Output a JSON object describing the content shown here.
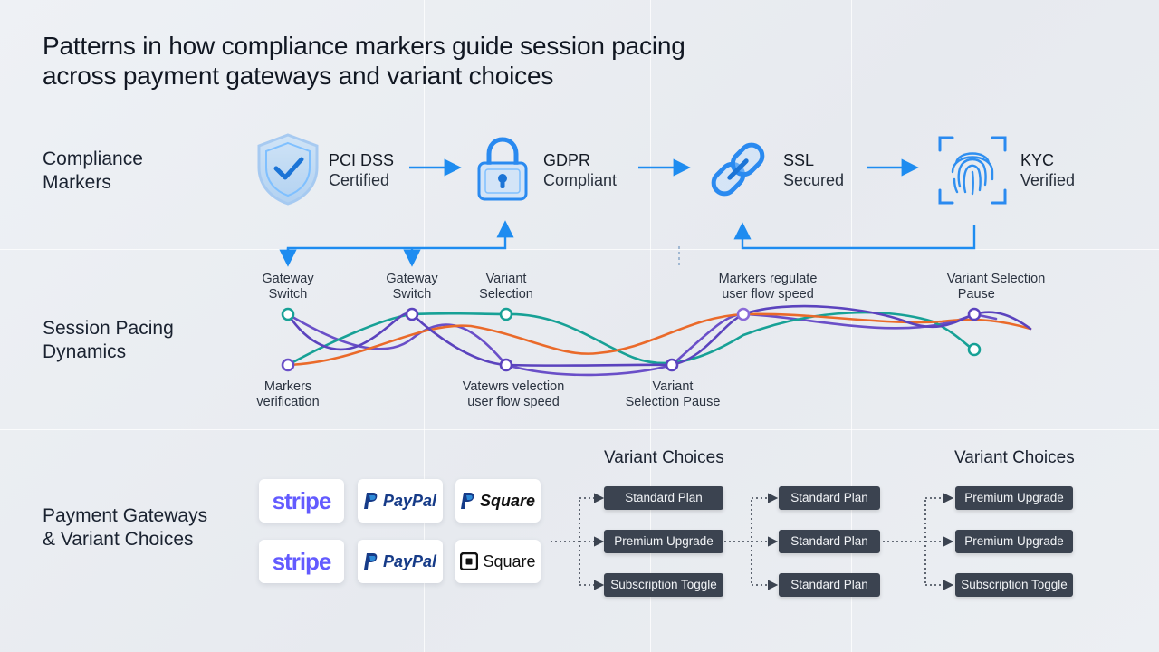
{
  "title": {
    "line1": "Patterns in how compliance markers guide session pacing",
    "line2": "across payment gateways and variant choices"
  },
  "rows": {
    "compliance": {
      "line1": "Compliance",
      "line2": "Markers"
    },
    "pacing": {
      "line1": "Session Pacing",
      "line2": "Dynamics"
    },
    "gateways": {
      "line1": "Payment Gateways",
      "line2": "& Variant Choices"
    }
  },
  "markers": [
    {
      "icon": "shield-check-icon",
      "line1": "PCI DSS",
      "line2": "Certified"
    },
    {
      "icon": "padlock-icon",
      "line1": "GDPR",
      "line2": "Compliant"
    },
    {
      "icon": "chain-link-icon",
      "line1": "SSL",
      "line2": "Secured"
    },
    {
      "icon": "fingerprint-icon",
      "line1": "KYC",
      "line2": "Verified"
    }
  ],
  "pacing_annotations": {
    "top": [
      {
        "line1": "Gateway",
        "line2": "Switch"
      },
      {
        "line1": "Gateway",
        "line2": "Switch"
      },
      {
        "line1": "Variant",
        "line2": "Selection"
      },
      {
        "line1": "Markers regulate",
        "line2": "user flow speed"
      },
      {
        "line1": "Variant Selection",
        "line2": "Pause"
      }
    ],
    "bottom": [
      {
        "line1": "Markers",
        "line2": "verification"
      },
      {
        "line1": "Vatewrs velection",
        "line2": "user flow speed"
      },
      {
        "line1": "Variant",
        "line2": "Selection Pause"
      }
    ]
  },
  "gateways": [
    {
      "name": "stripe",
      "style": "stripe"
    },
    {
      "name": "PayPal",
      "style": "paypal"
    },
    {
      "name": "Square",
      "style": "square-italic"
    },
    {
      "name": "stripe",
      "style": "stripe"
    },
    {
      "name": "PayPal",
      "style": "paypal"
    },
    {
      "name": "Square",
      "style": "square-plain"
    }
  ],
  "variant_choices": {
    "heading1": "Variant Choices",
    "heading2": "Variant Choices",
    "col1": [
      "Standard Plan",
      "Premium Upgrade",
      "Subscription Toggle"
    ],
    "col2": [
      "Standard Plan",
      "Standard Plan",
      "Standard Plan"
    ],
    "col3": [
      "Premium Upgrade",
      "Premium Upgrade",
      "Subscription Toggle"
    ]
  },
  "colors": {
    "accent_blue": "#1e8cf0",
    "curve_teal": "#17a196",
    "curve_purple": "#6a4fc8",
    "curve_orange": "#ea6a2a",
    "pill_bg": "#3b4350"
  }
}
